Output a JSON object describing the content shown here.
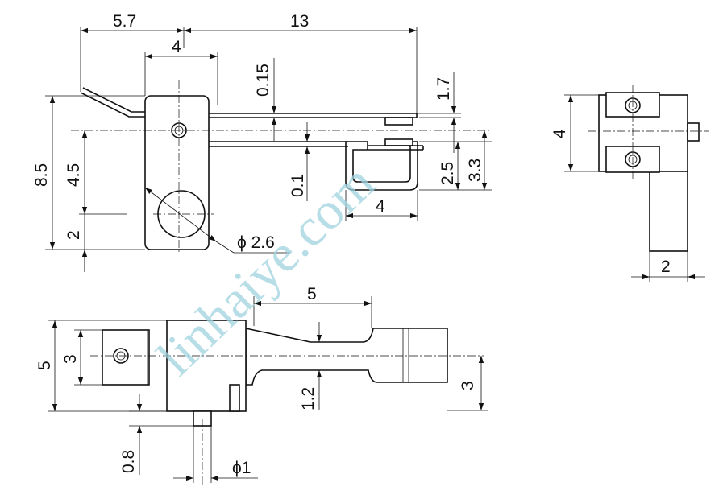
{
  "drawing": {
    "dimensions": {
      "top_5_7": "5.7",
      "top_13": "13",
      "top_4": "4",
      "top_0_15": "0.15",
      "top_1_7": "1.7",
      "left_8_5": "8.5",
      "left_4_5": "4.5",
      "left_2": "2",
      "center_0_1": "0.1",
      "right_2_5": "2.5",
      "right_3_3": "3.3",
      "bottom_4": "4",
      "hole_dia": "ϕ 2.6",
      "side_4": "4",
      "side_2": "2",
      "plan_5_top": "5",
      "plan_5_left": "5",
      "plan_3_left": "3",
      "plan_1_2": "1.2",
      "plan_3_right": "3",
      "plan_0_8": "0.8",
      "pin_dia": "ϕ1"
    },
    "watermark": "linhaiye.com",
    "line_color": "#111111",
    "watermark_color": "#9fd3df"
  }
}
